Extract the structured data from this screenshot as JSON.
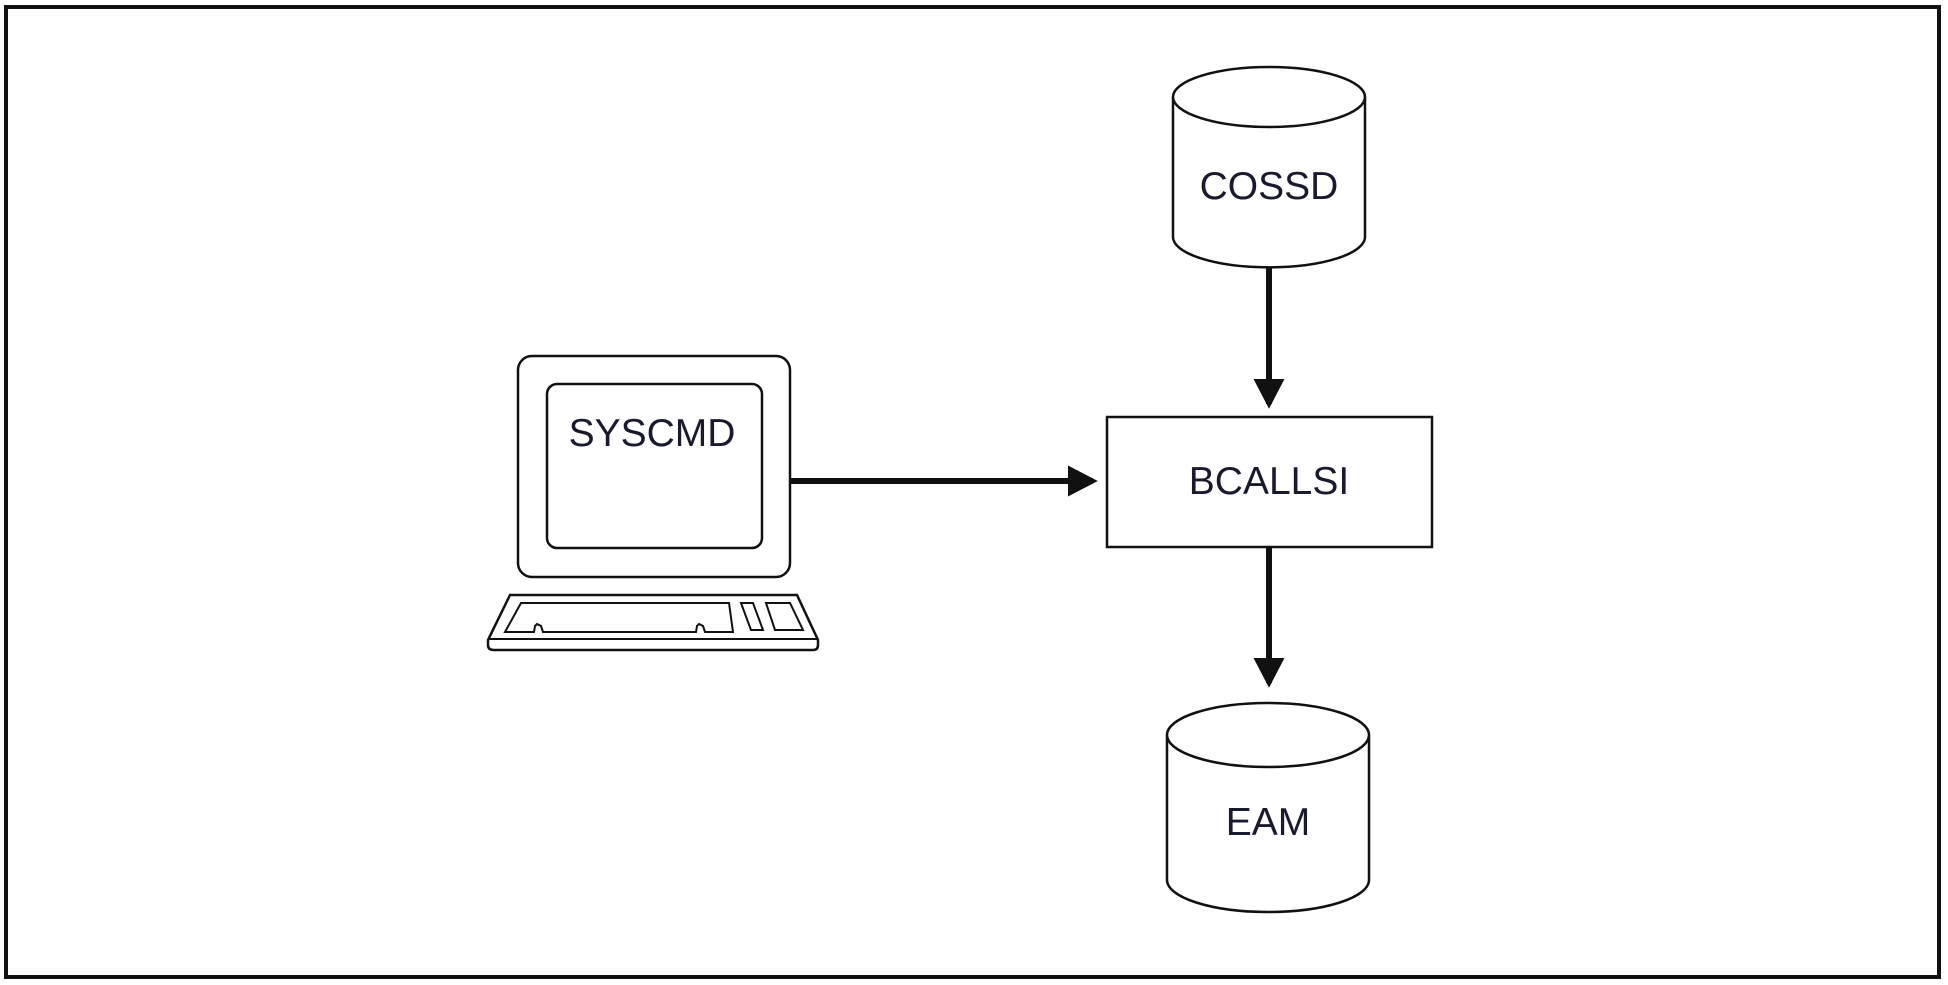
{
  "diagram": {
    "nodes": {
      "terminal": {
        "label": "SYSCMD",
        "shape": "computer-terminal"
      },
      "process": {
        "label": "BCALLSI",
        "shape": "rectangle"
      },
      "source_db": {
        "label": "COSSD",
        "shape": "database-cylinder"
      },
      "target_db": {
        "label": "EAM",
        "shape": "database-cylinder"
      }
    },
    "edges": [
      {
        "from": "SYSCMD",
        "to": "BCALLSI",
        "direction": "right"
      },
      {
        "from": "COSSD",
        "to": "BCALLSI",
        "direction": "down"
      },
      {
        "from": "BCALLSI",
        "to": "EAM",
        "direction": "down"
      }
    ],
    "colors": {
      "stroke": "#111111",
      "text": "#1a1a2e",
      "background": "#ffffff"
    }
  }
}
